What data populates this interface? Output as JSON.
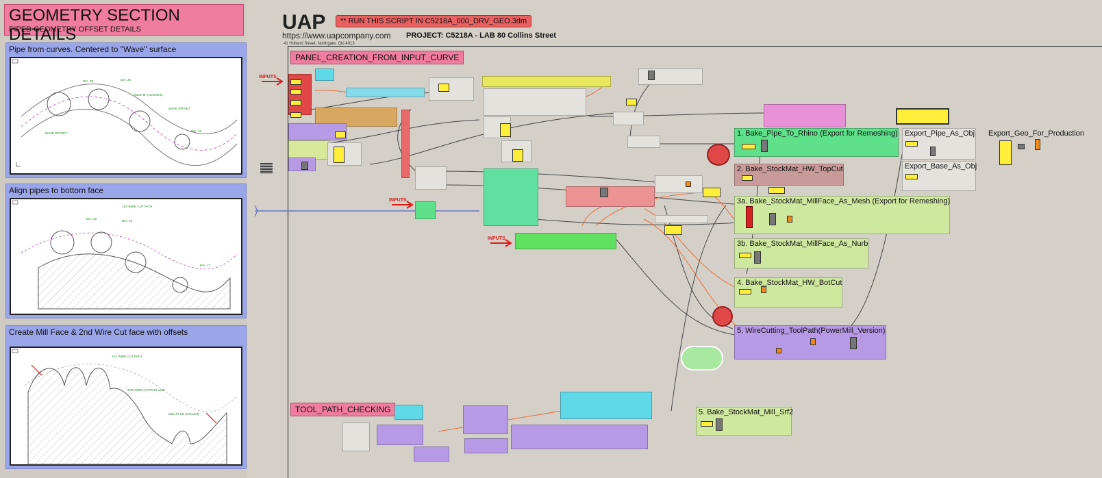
{
  "sidebar": {
    "title": "GEOMETRY SECTION DETAILS",
    "subtitle": "PIPED GEOMETRY OFFSET DETAILS",
    "sections": [
      {
        "header": "Pipe from curves. Centered to \"Wave\" surface",
        "labels": [
          "DIA. 30",
          "DIA. 25",
          "Wave 5F (centerline)",
          "WAVE OFFSET",
          "DIA. 18",
          "WAVE OFFSET"
        ]
      },
      {
        "header": "Align pipes to bottom face",
        "labels": [
          "DIA. 30",
          "1ST WIRE CUT PATH",
          "DIA. 26",
          "DIA. 17"
        ]
      },
      {
        "header": "Create Mill Face & 2nd Wire Cut face with offsets",
        "labels": [
          "1ST WIRE CUT PATH",
          "2ND WIRE CUTTING LINE",
          "MILL FACE (removed)"
        ]
      }
    ]
  },
  "header": {
    "logo": "UAP",
    "url": "https://www.uapcompany.com",
    "address": "41 Holland Street, Northgate, Qld 4013",
    "run_banner": "** RUN THIS SCRIPT IN C5218A_000_DRV_GEO.3dm",
    "project": "PROJECT: C5218A - LAB 80 Collins Street"
  },
  "panels": {
    "panel_creation": "PANEL_CREATION_FROM_INPUT_CURVE",
    "tool_path": "TOOL_PATH_CHECKING"
  },
  "input_marks": [
    "INPUTS",
    "INPUTS",
    "INPUTS"
  ],
  "groups": [
    {
      "label": "1. Bake_Pipe_To_Rhino (Export for Remeshing)",
      "color": "#5fe08a"
    },
    {
      "label": "2. Bake_StockMat_HW_TopCut",
      "color": "#c99a9a"
    },
    {
      "label": "3a. Bake_StockMat_MillFace_As_Mesh (Export for Remeshing)",
      "color": "#cfe8a0"
    },
    {
      "label": "3b. Bake_StockMat_MillFace_As_Nurb",
      "color": "#cfe8a0"
    },
    {
      "label": "4. Bake_StockMat_HW_BotCut",
      "color": "#cfe8a0"
    },
    {
      "label": "5. WireCutting_ToolPath(PowerMill_Version)",
      "color": "#b79ae6"
    },
    {
      "label": "5. Bake_StockMat_Mill_Srf2",
      "color": "#cfe8a0"
    }
  ],
  "exports": {
    "pipe": "Export_Pipe_As_Obj",
    "base": "Export_Base_As_Obj",
    "production": "Export_Geo_For_Production"
  }
}
